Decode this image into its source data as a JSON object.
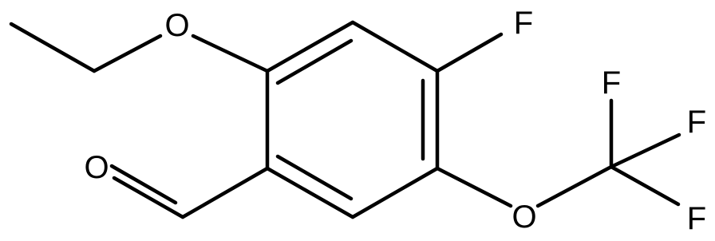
{
  "molecule": {
    "atoms": {
      "ether_o": "O",
      "aldehyde_o": "O",
      "ring_f": "F",
      "ocf3_o": "O",
      "cf3_f_top": "F",
      "cf3_f_mid": "F",
      "cf3_f_bottom": "F"
    },
    "colors": {
      "bond": "#000000",
      "label": "#000000",
      "background": "#ffffff"
    }
  }
}
